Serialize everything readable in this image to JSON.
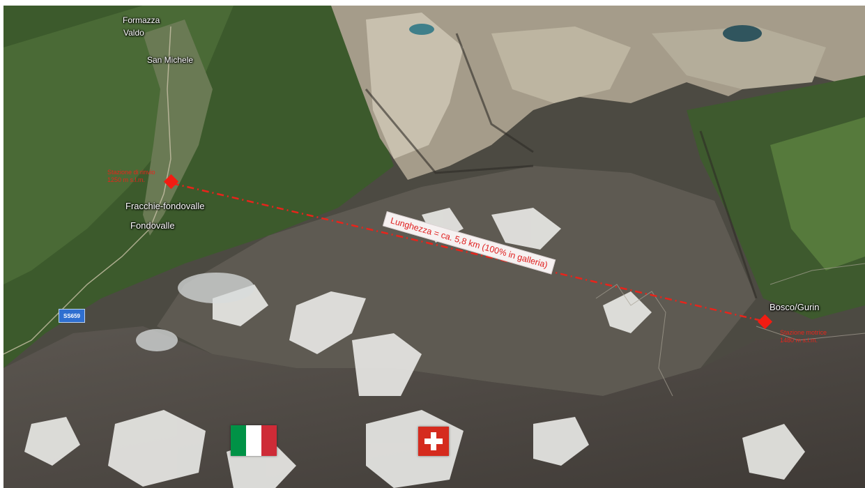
{
  "map": {
    "places": {
      "formazza": "Formazza",
      "valdo": "Valdo",
      "san_michele": "San Michele",
      "fracchie": "Fracchie-fondovalle",
      "fondovalle": "Fondovalle",
      "bosco_gurin": "Bosco/Gurin"
    },
    "station_left": {
      "line1": "Stazione di rinvio",
      "line2": "1250 m s.l.m."
    },
    "station_right": {
      "line1": "Stazione motrice",
      "line2": "1480 m s.l.m."
    },
    "route_label": "Lunghezza = ca. 5,8 km (100% in galleria)",
    "road_badge": "SS659",
    "flags": [
      "italy-flag",
      "switzerland-flag"
    ],
    "colors": {
      "route": "#e8241b",
      "marker": "#f21c12",
      "road_badge": "#2f6fd0"
    }
  }
}
